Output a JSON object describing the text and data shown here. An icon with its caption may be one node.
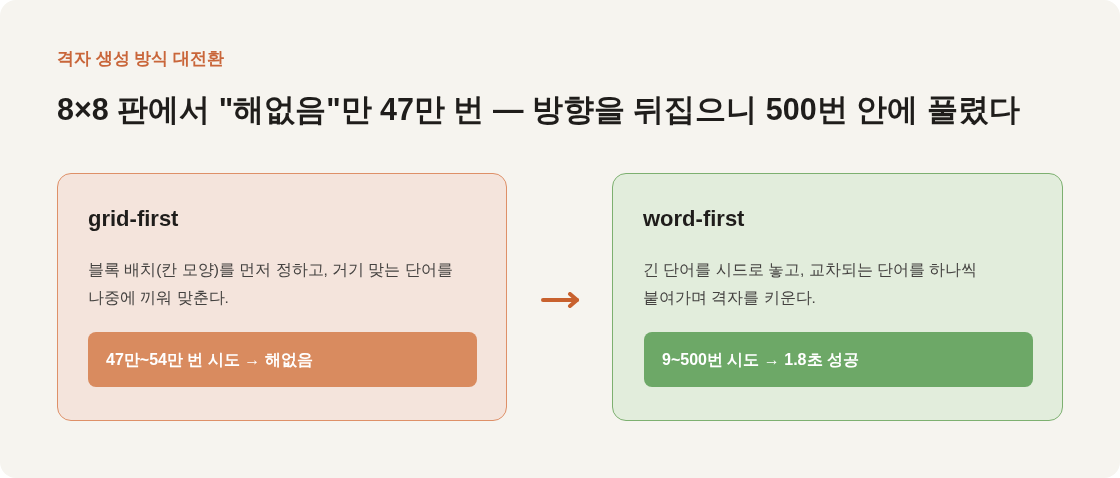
{
  "diagram": {
    "title": "8×8 판에서 \"해없음\"만 47만 번 — 방향을 뒤집으니 500번 안에 풀렸다",
    "labels": [
      "격자 생성 방식 대전환"
    ],
    "nodes": [
      {
        "text": [
          "grid-first",
          "블록 배치(칸 모양)를 먼저 정하고, 거기 맞는 단어를 나중에 끼워 맞춘다."
        ]
      },
      {
        "text": [
          "47만~54만 번 시도 → 해없음"
        ],
        "in": 0
      },
      {
        "text": [
          "word-first",
          "긴 단어를 시드로 놓고, 교차되는 단어를 하나씩 붙여가며 격자를 키운다."
        ]
      },
      {
        "text": [
          "9~500번 시도 → 1.8초 성공"
        ],
        "in": 2
      }
    ],
    "edges": [
      {
        "from": 0,
        "to": 2,
        "arrow": "to",
        "color": "#c8612e"
      }
    ]
  }
}
